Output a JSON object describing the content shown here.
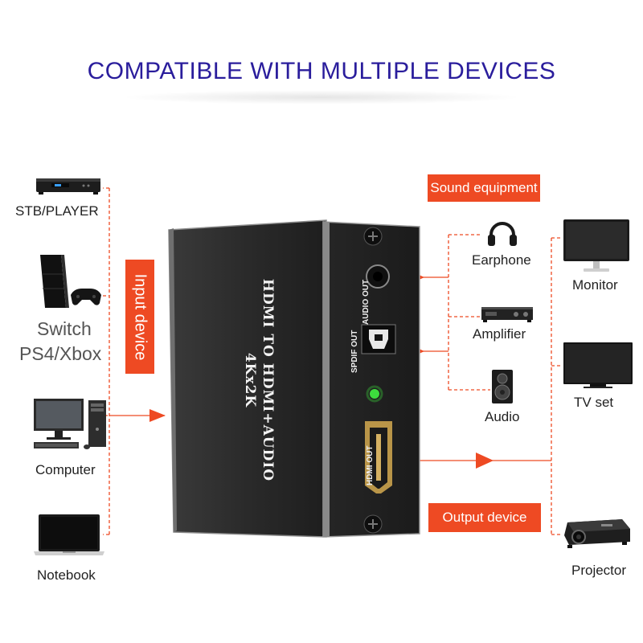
{
  "title": "COMPATIBLE WITH MULTIPLE DEVICES",
  "input_tag": "Input device",
  "sound_tag": "Sound equipment",
  "output_tag": "Output device",
  "inputs": {
    "stb": "STB/PLAYER",
    "switch_line1": "Switch",
    "switch_line2": "PS4/Xbox",
    "computer": "Computer",
    "notebook": "Notebook"
  },
  "sound": {
    "earphone": "Earphone",
    "amplifier": "Amplifier",
    "audio": "Audio"
  },
  "outputs": {
    "monitor": "Monitor",
    "tv": "TV set",
    "projector": "Projector"
  },
  "device": {
    "line1": "HDMI TO HDMI+AUDIO",
    "line2": "4Kx2K",
    "port_audio": "AUDIO OUT",
    "port_spdif": "SPDIF OUT",
    "port_hdmi": "HDMI OUT"
  },
  "colors": {
    "accent": "#ee4a23",
    "title": "#2a1d9c",
    "device_body": "#2b2b2b",
    "led": "#3ddc3d"
  }
}
